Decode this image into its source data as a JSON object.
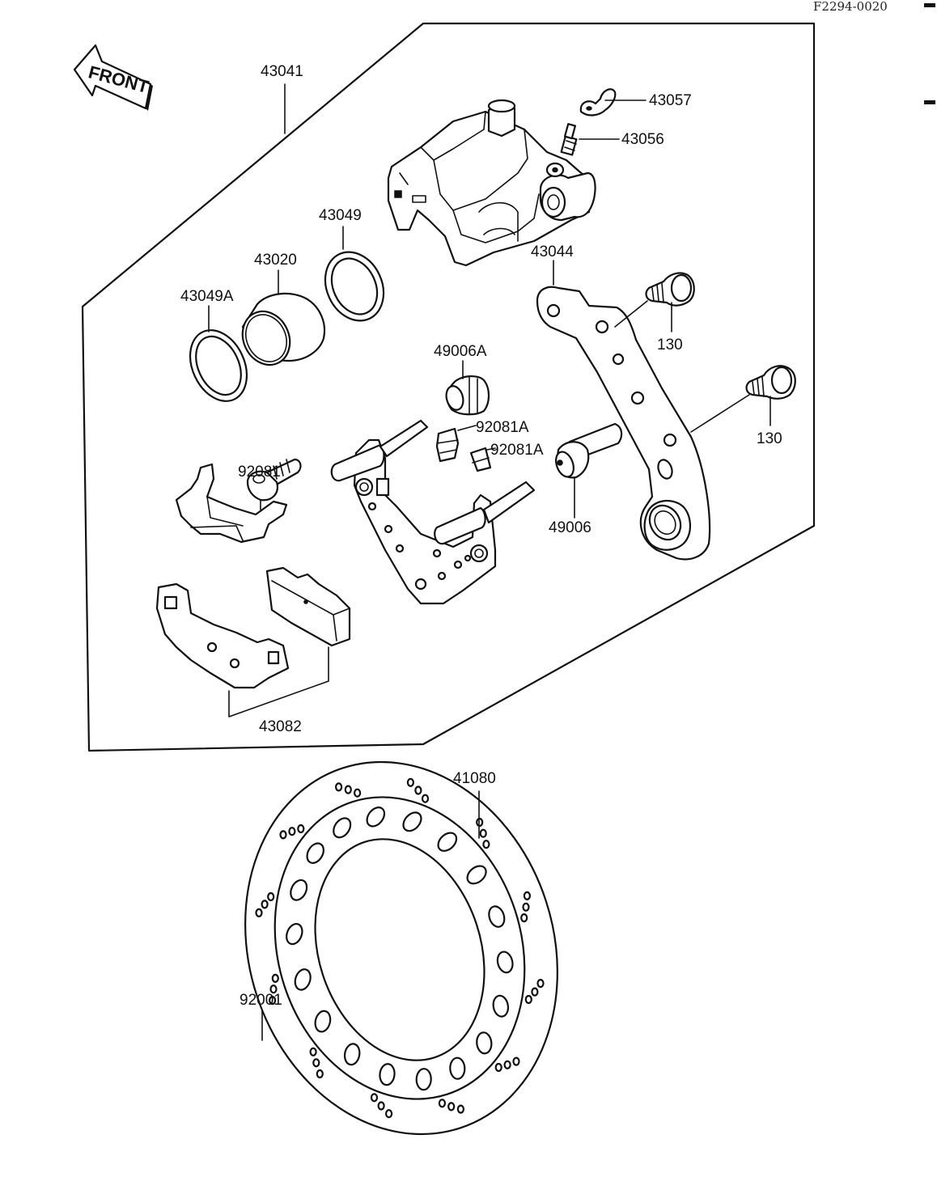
{
  "figure_code": "F2294-0020",
  "front_arrow": {
    "label": "FRONT"
  },
  "part_numbers": {
    "p43041": "43041",
    "p43057": "43057",
    "p43056": "43056",
    "p43049": "43049",
    "p43020": "43020",
    "p43049A": "43049A",
    "p43044": "43044",
    "p130a": "130",
    "p130b": "130",
    "p49006A": "49006A",
    "p92081A_top": "92081A",
    "p92081A_bottom": "92081A",
    "p92081": "92081",
    "p49006": "49006",
    "p43082": "43082",
    "p41080": "41080",
    "p92001": "92001"
  }
}
